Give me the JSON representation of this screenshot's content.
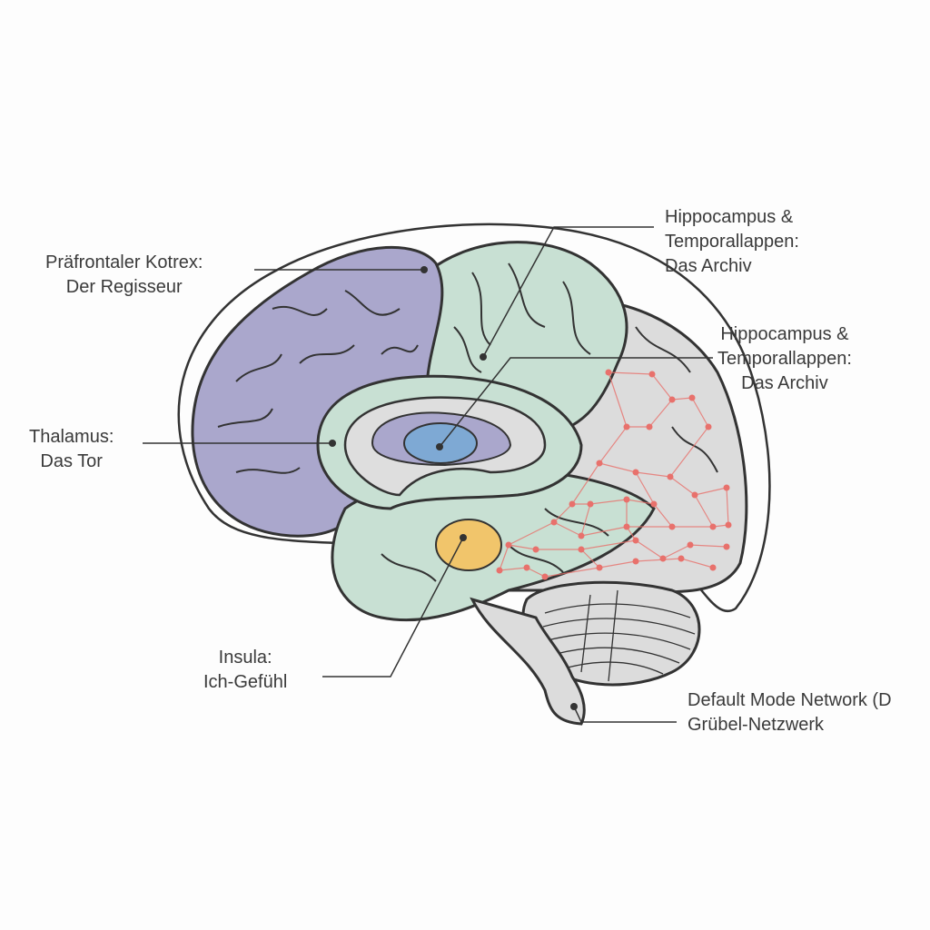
{
  "labels": {
    "prefrontal": {
      "line1": "Präfrontaler Kotrex:",
      "line2": "Der Regisseur"
    },
    "hippocampus_top": {
      "line1": "Hippocampus &",
      "line2": "Temporallappen:",
      "line3": "Das Archiv"
    },
    "hippocampus_right": {
      "line1": "Hippocampus &",
      "line2": "Temporallappen:",
      "line3": "Das Archiv"
    },
    "thalamus": {
      "line1": "Thalamus:",
      "line2": "Das Tor"
    },
    "insula": {
      "line1": "Insula:",
      "line2": "Ich-Gefühl"
    },
    "dmn": {
      "line1": "Default Mode Network (D",
      "line2": "Grübel-Netzwerk"
    }
  },
  "colors": {
    "frontal": "#aaa7cc",
    "middle": "#c8e0d3",
    "posterior": "#dcdcdc",
    "thalamus": "#7ea9d4",
    "insula": "#f1c56b",
    "network": "#e8716c",
    "outline": "#333333"
  }
}
